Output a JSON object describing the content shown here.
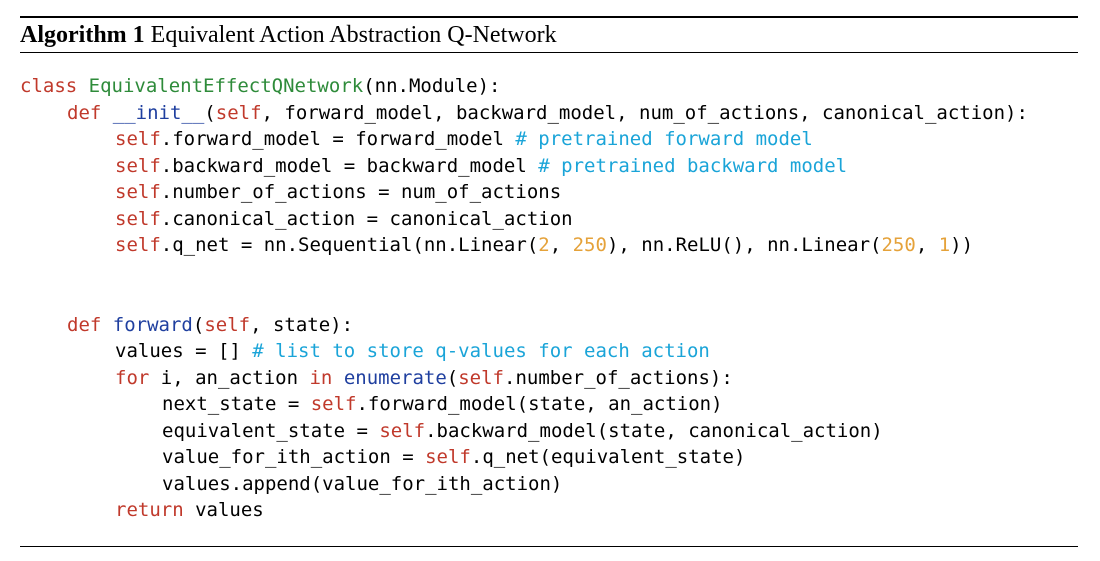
{
  "caption": {
    "label": "Algorithm 1",
    "title": "Equivalent Action Abstraction Q-Network"
  },
  "colors": {
    "keyword": "#c0392b",
    "class_name": "#2e8b3a",
    "function_name": "#1f3f9f",
    "comment": "#1aa4d8",
    "number": "#e5a23a",
    "text": "#000000"
  },
  "code": {
    "l1": {
      "kw": "class",
      "sp": " ",
      "name": "EquivalentEffectQNetwork",
      "rest": "(nn.Module):"
    },
    "l2": {
      "kw": "def",
      "sp": " ",
      "name": "__init__",
      "p": "(",
      "self": "self",
      "rest": ", forward_model, backward_model, num_of_actions, canonical_action):"
    },
    "l3": {
      "self": "self",
      "rest": ".forward_model = forward_model ",
      "comment": "# pretrained forward model"
    },
    "l4": {
      "self": "self",
      "rest": ".backward_model = backward_model ",
      "comment": "# pretrained backward model"
    },
    "l5": {
      "self": "self",
      "rest": ".number_of_actions = num_of_actions"
    },
    "l6": {
      "self": "self",
      "rest": ".canonical_action = canonical_action"
    },
    "l7": {
      "self": "self",
      "a": ".q_net = nn.Sequential(nn.Linear(",
      "n1": "2",
      "b": ", ",
      "n2": "250",
      "c": "), nn.ReLU(), nn.Linear(",
      "n3": "250",
      "d": ", ",
      "n4": "1",
      "e": "))"
    },
    "l8": {
      "kw": "def",
      "sp": " ",
      "name": "forward",
      "p": "(",
      "self": "self",
      "rest": ", state):"
    },
    "l9": {
      "rest": "values = [] ",
      "comment": "# list to store q-values for each action"
    },
    "l10": {
      "kw1": "for",
      "a": " i, an_action ",
      "kw2": "in",
      "sp": " ",
      "builtin": "enumerate",
      "p": "(",
      "self": "self",
      "rest": ".number_of_actions):"
    },
    "l11": {
      "a": "next_state = ",
      "self": "self",
      "rest": ".forward_model(state, an_action)"
    },
    "l12": {
      "a": "equivalent_state = ",
      "self": "self",
      "rest": ".backward_model(state, canonical_action)"
    },
    "l13": {
      "a": "value_for_ith_action = ",
      "self": "self",
      "rest": ".q_net(equivalent_state)"
    },
    "l14": {
      "rest": "values.append(value_for_ith_action)"
    },
    "l15": {
      "kw": "return",
      "rest": " values"
    }
  }
}
